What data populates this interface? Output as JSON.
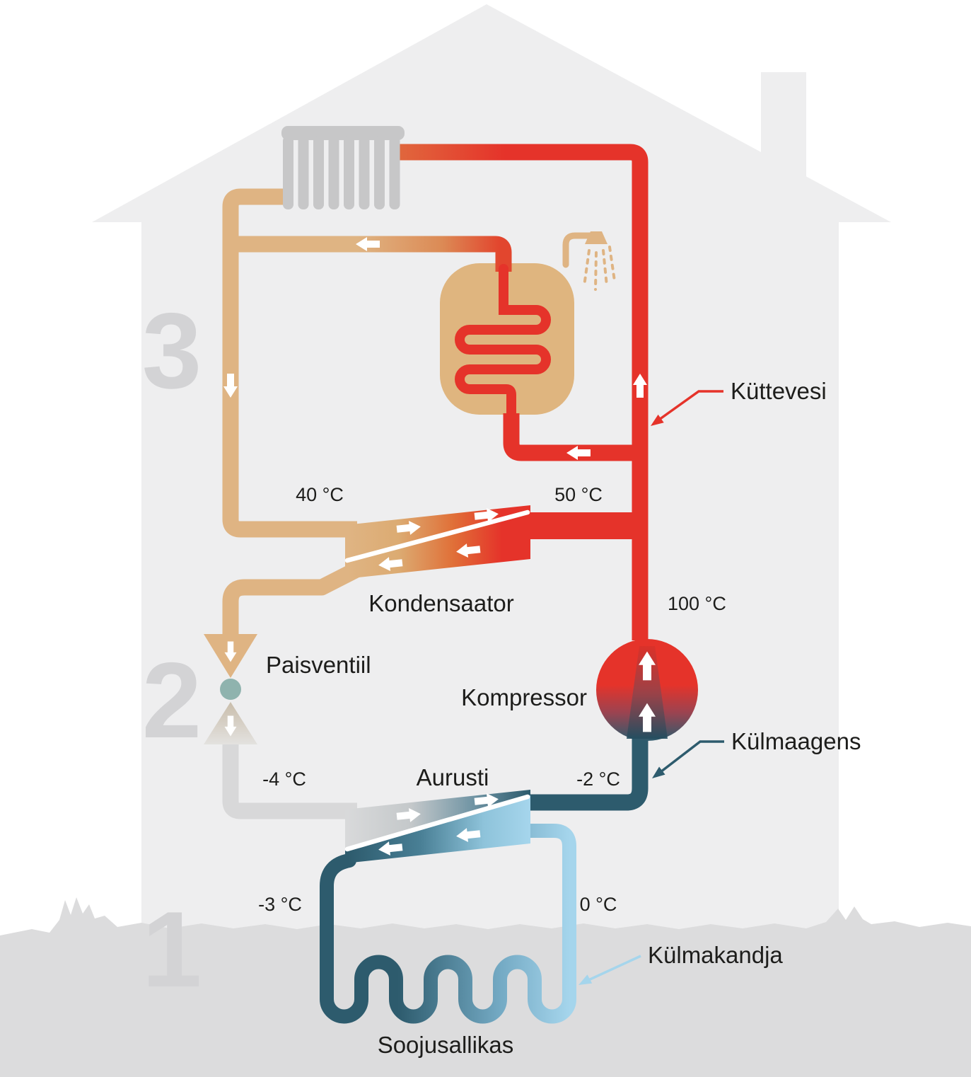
{
  "diagram": {
    "labels": {
      "kuttevesi": "Küttevesi",
      "kondensaator": "Kondensaator",
      "paisventiil": "Paisventiil",
      "kompressor": "Kompressor",
      "kulmaagens": "Külmaagens",
      "aurusti": "Aurusti",
      "kulmakandja": "Külmakandja",
      "soojusallikas": "Soojusallikas"
    },
    "stage_numbers": [
      "3",
      "2",
      "1"
    ],
    "temperatures": {
      "condenser_water_in": "40 °C",
      "condenser_water_out": "50 °C",
      "compressor_out": "100 °C",
      "evaporator_in": "-4 °C",
      "evaporator_out": "-2 °C",
      "brine_out": "-3 °C",
      "brine_in": "0 °C"
    },
    "colors": {
      "hot_red": "#e5332a",
      "warm_tan": "#dfb483",
      "tank_tan": "#dfb57f",
      "cold_dark_teal": "#2d5b6d",
      "brine_light_blue": "#a5d5ec",
      "pipe_gray": "#d8d8d9",
      "house_gray": "#eeeeef",
      "ground_gray": "#dcdcdd",
      "radiator_gray": "#c7c7c8",
      "stage_number_gray": "#d3d3d5",
      "valve_dot_green": "#8fb3ae",
      "text_dark": "#1d1d1b"
    }
  }
}
